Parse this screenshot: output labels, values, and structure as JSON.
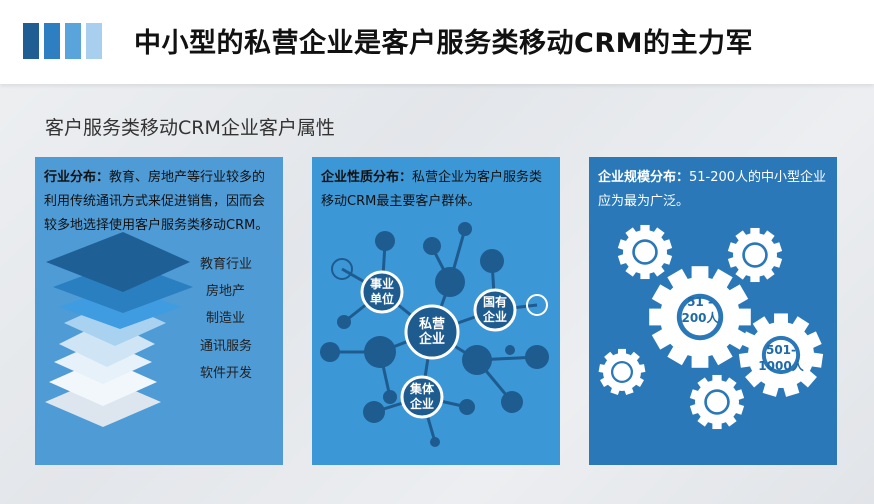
{
  "header": {
    "title": "中小型的私营企业是客户服务类移动CRM的主力军",
    "bar_colors": [
      "#1f5d92",
      "#2d7fc1",
      "#5aa4dc",
      "#a9cfee"
    ]
  },
  "subtitle": "客户服务类移动CRM企业客户属性",
  "panels": [
    {
      "heading": "行业分布：",
      "body": "教育、房地产等行业较多的利用传统通讯方式来促进销售，因而会较多地选择使用客户服务类移动CRM。",
      "layers": [
        "教育行业",
        "房地产",
        "制造业",
        "通讯服务",
        "软件开发"
      ],
      "color": "#4e9bd6"
    },
    {
      "heading": "企业性质分布：",
      "body": "私营企业为客户服务类移动CRM最主要客户群体。",
      "nodes": {
        "center": "私营企业",
        "public": "事业单位",
        "state": "国有企业",
        "collective": "集体企业"
      },
      "color": "#3c97d6"
    },
    {
      "heading": "企业规模分布：",
      "body": "51-200人的中小型企业应为最为广泛。",
      "gears": {
        "large": "51 - 200人",
        "medium": "501- 1000人"
      },
      "color": "#2a78b7"
    }
  ]
}
